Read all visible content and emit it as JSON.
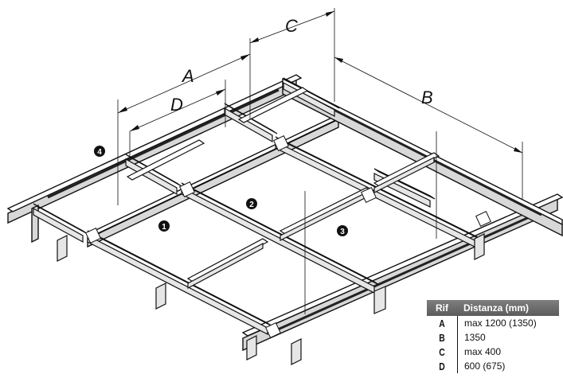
{
  "dimensions": {
    "a": "A",
    "b": "B",
    "c": "C",
    "d": "D"
  },
  "callouts": [
    "1",
    "2",
    "3",
    "4"
  ],
  "legend": {
    "header_key": "Rif",
    "header_value": "Distanza (mm)",
    "rows": [
      {
        "key": "A",
        "value": "max 1200 (1350)"
      },
      {
        "key": "B",
        "value": "1350"
      },
      {
        "key": "C",
        "value": "max 400"
      },
      {
        "key": "D",
        "value": "600 (675)"
      }
    ]
  }
}
